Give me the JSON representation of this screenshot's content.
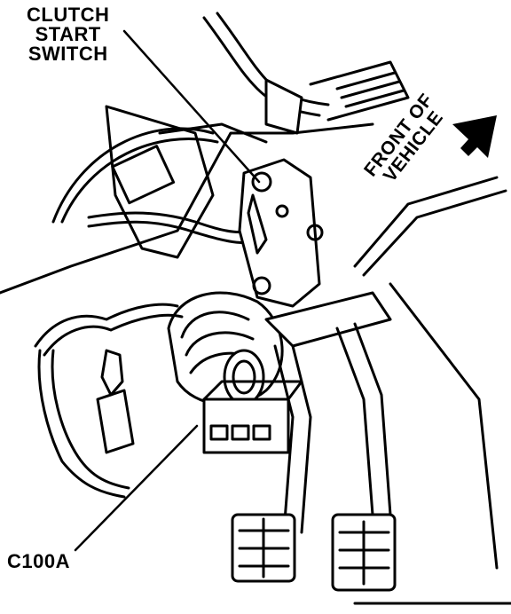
{
  "labels": {
    "clutch_switch": [
      "CLUTCH",
      "START",
      "SWITCH"
    ],
    "connector": "C100A",
    "direction": [
      "FRONT OF",
      "VEHICLE"
    ]
  },
  "colors": {
    "ink": "#000000",
    "paper": "#ffffff"
  },
  "icons": {
    "direction_arrow": "arrow-up-right-icon"
  }
}
